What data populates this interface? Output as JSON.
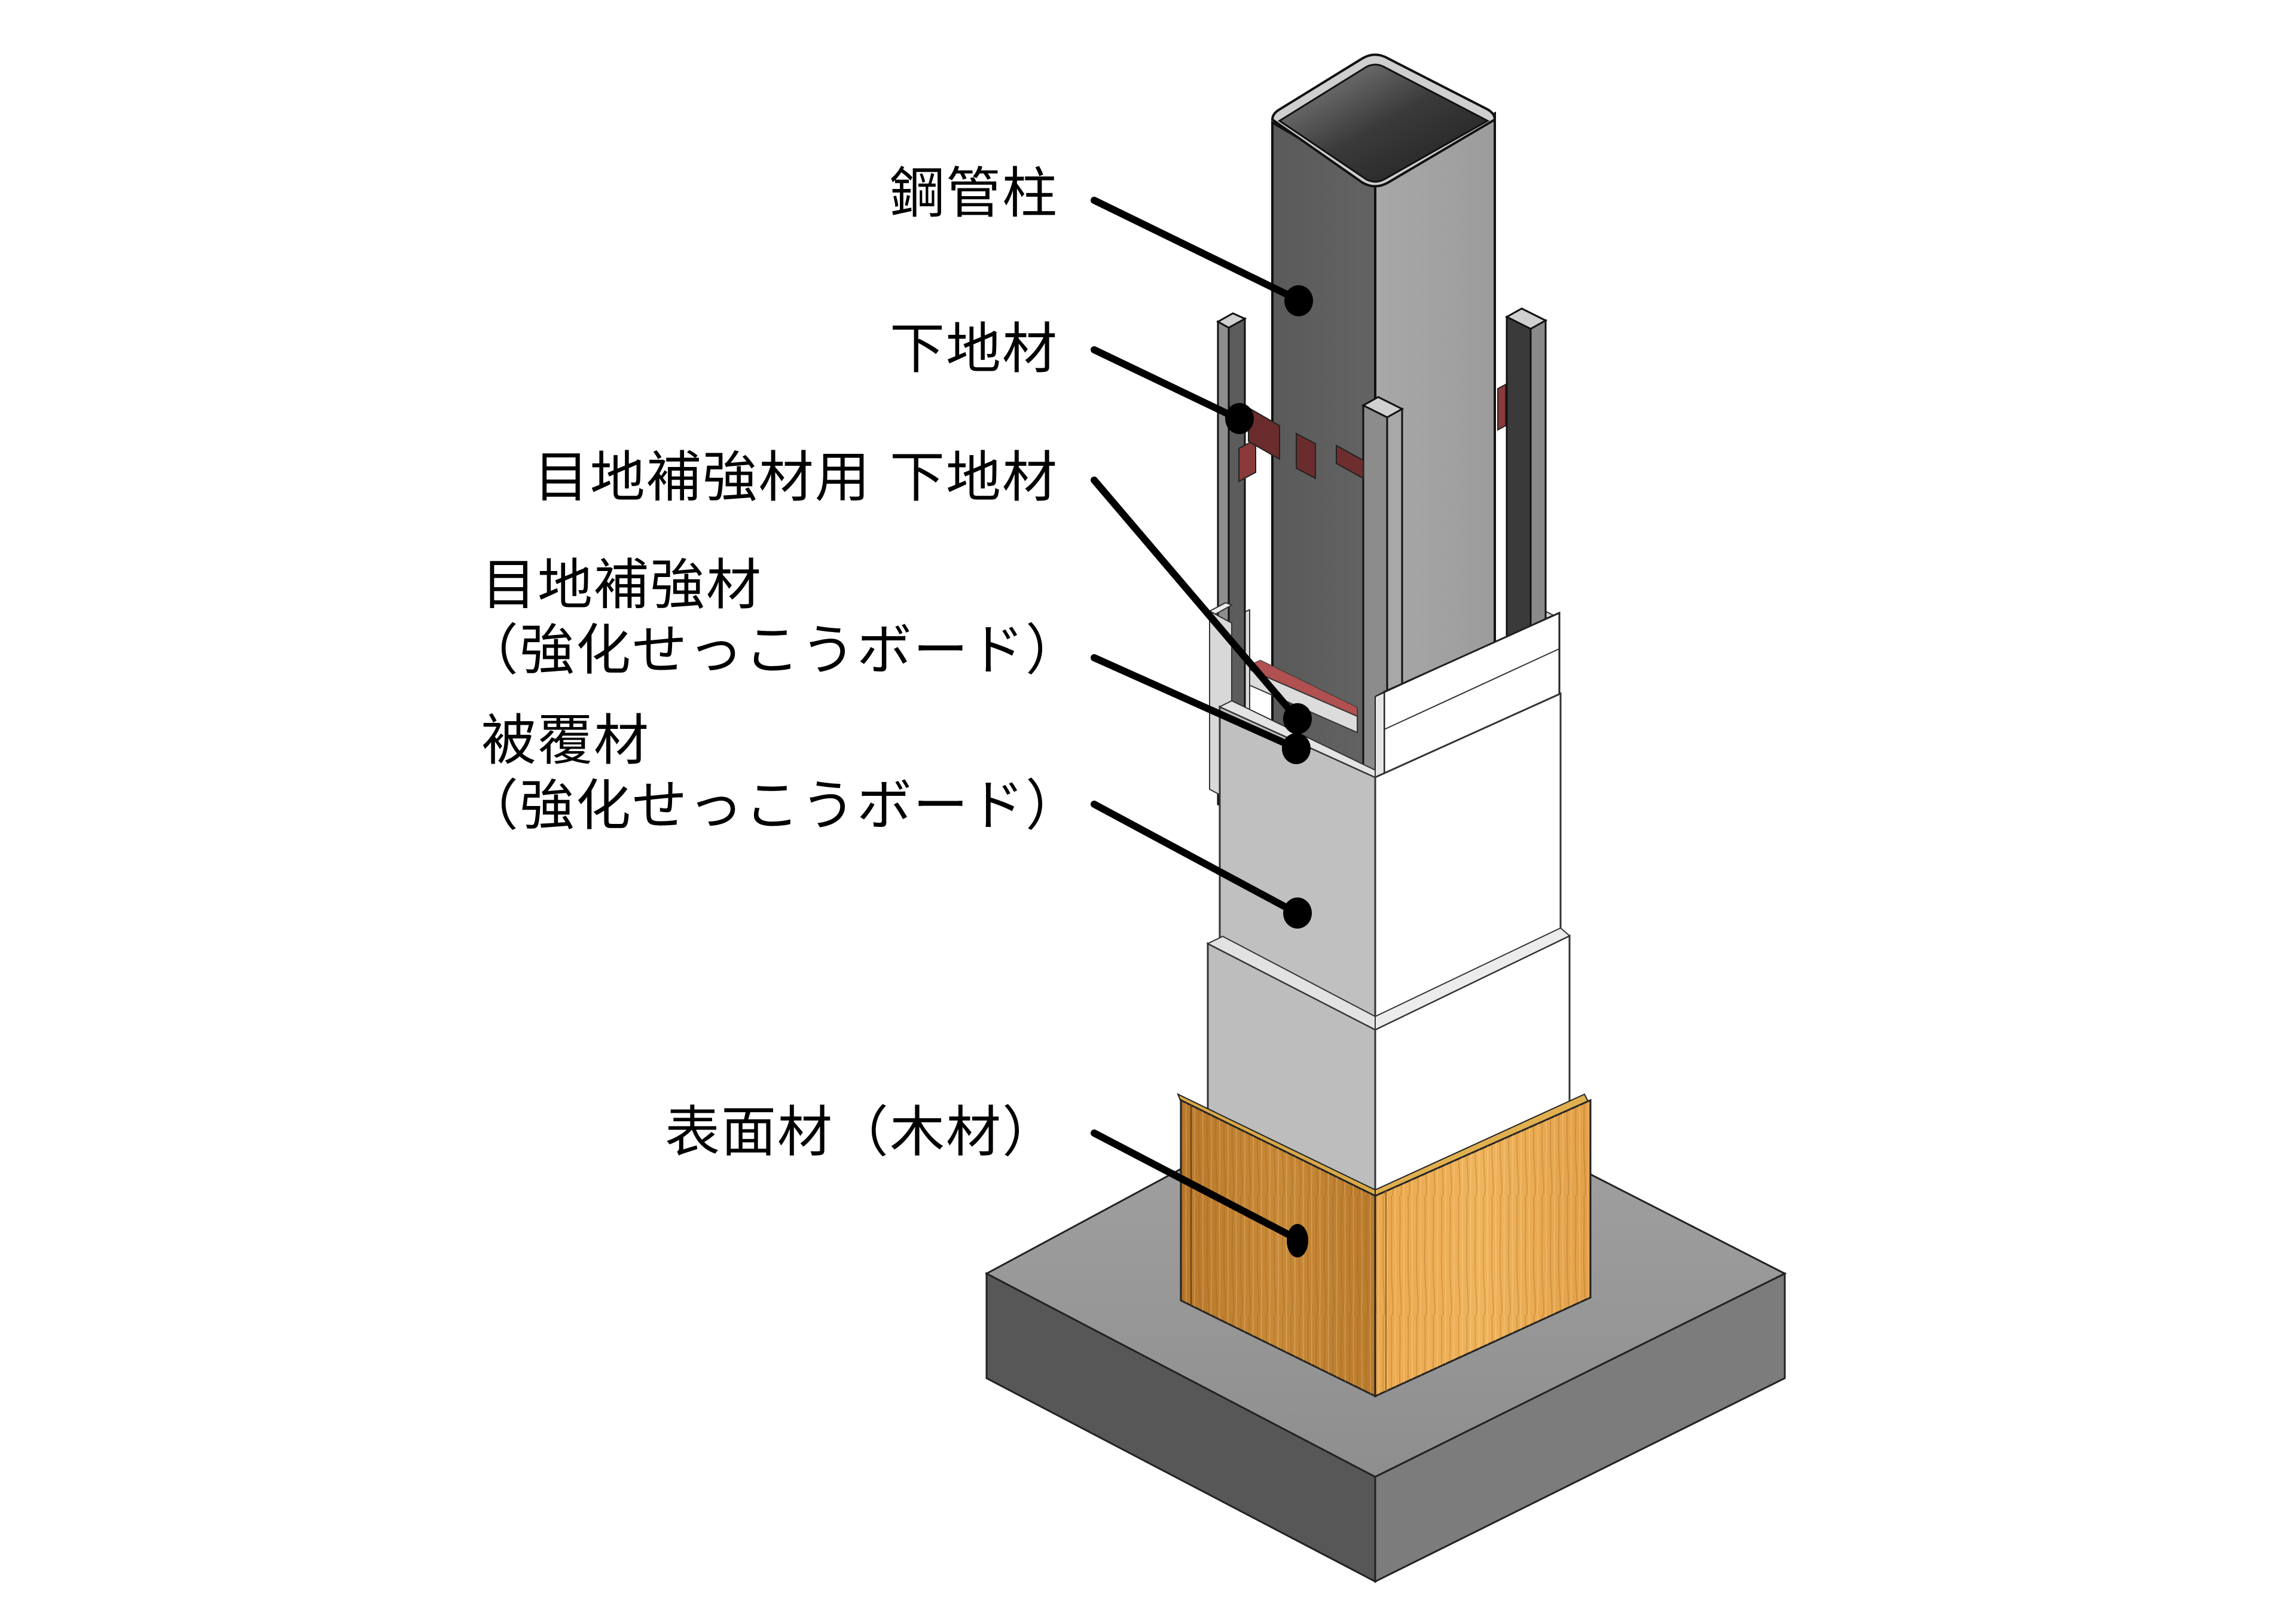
{
  "diagram": {
    "title": "Steel tube column fire-protection cladding construction (isometric)",
    "colors": {
      "steel_dark": "#5e5e5e",
      "steel_light": "#a0a0a0",
      "steel_inner": "#2a2a2a",
      "stud_front": "#9a9a9a",
      "stud_side": "#5a5a5a",
      "red_plate": "#7a3030",
      "board_left": "#c0c0c0",
      "board_right": "#ffffff",
      "board_edge": "#e0e0e0",
      "wood_left": "#c98a35",
      "wood_right": "#e9a84c",
      "concrete_top": "#9d9d9d",
      "concrete_left": "#555555",
      "concrete_right": "#7a7a7a",
      "leader": "#000000"
    },
    "labels": [
      {
        "id": "steel-column",
        "lines": [
          "鋼管柱"
        ]
      },
      {
        "id": "stud",
        "lines": [
          "下地材"
        ]
      },
      {
        "id": "joint-stud",
        "lines": [
          "目地補強材用 下地材"
        ]
      },
      {
        "id": "joint-reinforcement",
        "lines": [
          "目地補強材",
          "（強化せっこうボード）"
        ]
      },
      {
        "id": "covering",
        "lines": [
          "被覆材",
          "（強化せっこうボード）"
        ]
      },
      {
        "id": "surface-wood",
        "lines": [
          "表面材（木材）"
        ]
      }
    ]
  }
}
